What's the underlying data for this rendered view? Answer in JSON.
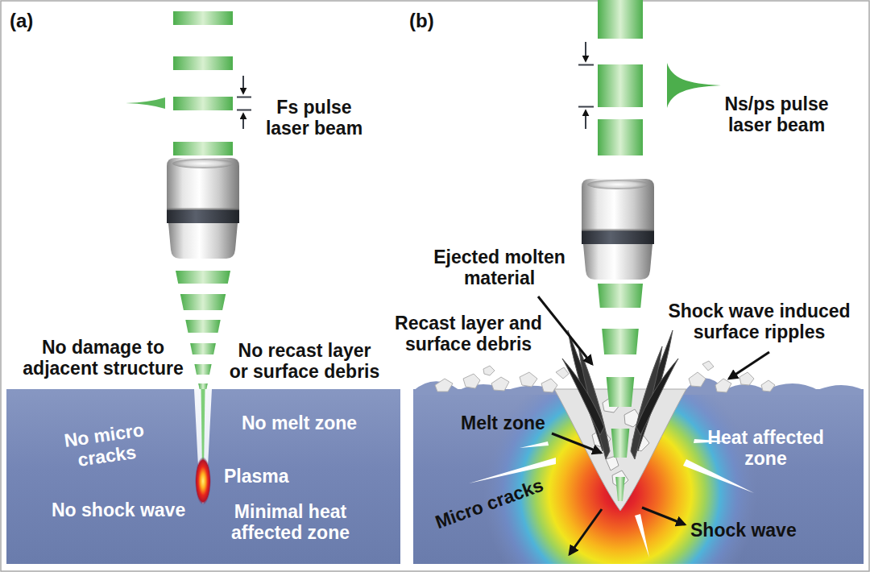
{
  "diagram": {
    "nodes": [
      {
        "text": [
          "No micro cracks",
          "No melt zone",
          "Plasma",
          "No shock wave",
          "Minimal heat affected zone"
        ]
      },
      {
        "text": [
          "Melt zone",
          "Heat affected zone",
          "Micro cracks",
          "Shock wave"
        ]
      }
    ],
    "labels": [
      "(a)",
      "Fs pulse laser beam",
      "No damage to adjacent structure",
      "No recast layer or surface debris",
      "(b)",
      "Ns/ps pulse laser beam",
      "Ejected molten material",
      "Recast layer and surface debris",
      "Shock wave induced surface ripples"
    ]
  }
}
